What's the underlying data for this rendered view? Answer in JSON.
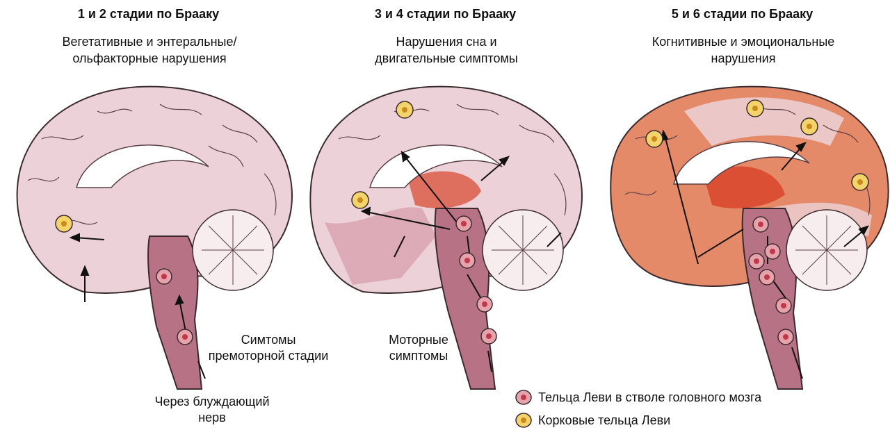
{
  "panels": [
    {
      "title": "1 и 2 стадии по Брааку",
      "subtitle": "Вегетативные и энтеральные/\nольфакторные нарушения"
    },
    {
      "title": "3 и 4 стадии по Брааку",
      "subtitle": "Нарушения сна и\nдвигательные симптомы"
    },
    {
      "title": "5 и 6 стадии по Брааку",
      "subtitle": "Когнитивные и эмоциональные\nнарушения"
    }
  ],
  "annotations": {
    "premotor": "Симтомы\nпремоторной стадии",
    "vagus": "Через блуждающий\nнерв",
    "motor": "Моторные\nсимптомы"
  },
  "legend": {
    "brainstem": "Тельца Леви в стволе головного мозга",
    "cortical": "Корковые тельца Леви"
  },
  "colors": {
    "brain_fill": "#ecd2d8",
    "brain_outline": "#3a2a2e",
    "stem_fill": "#b87285",
    "affected_red": "#d9442c",
    "cortical_body": "#f3d36a",
    "brainstem_body": "#c0394a"
  }
}
